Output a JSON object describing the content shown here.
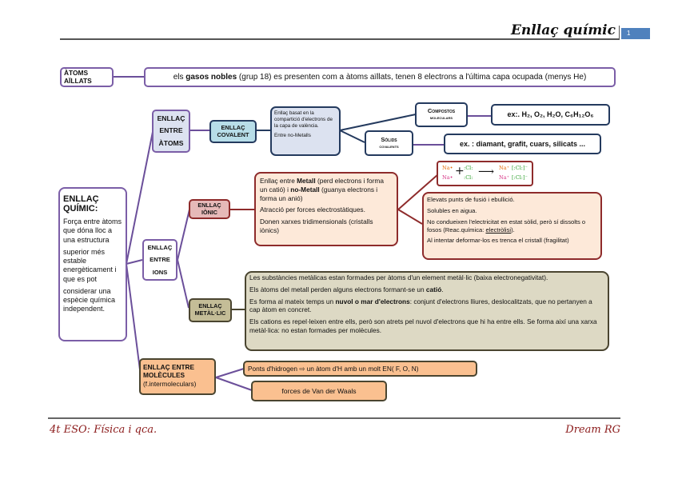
{
  "header": {
    "title": "Enllaç químic",
    "page_number": "1",
    "accent_color": "#4f81bd"
  },
  "footer": {
    "left": "4t ESO: Física i qca.",
    "right": "Dream RG",
    "text_color": "#8b1a1a"
  },
  "atoms_aillats": {
    "label_line1": "ÀTOMS",
    "label_line2": "AÏLLATS",
    "desc_pre": "els ",
    "desc_bold": "gasos nobles",
    "desc_post": " (grup 18) es presenten com a àtoms aïllats, tenen 8 electrons a l'última capa ocupada (menys He)"
  },
  "root": {
    "title_line1": "ENLLAÇ",
    "title_line2": "QUÍMIC:",
    "p1": "Força entre àtoms que dóna lloc a una estructura",
    "p2": "superior més estable energèticament i que es pot",
    "p3": "considerar una espècie química independent."
  },
  "entre_atoms": {
    "line1": "ENLLAÇ",
    "line2": "ENTRE",
    "line3": "ÀTOMS"
  },
  "covalent": {
    "label_line1": "ENLLAÇ",
    "label_line2": "COVALENT",
    "desc1": "Enllaç basat en la compartició d'electrons de la capa de valència.",
    "desc2": "Entre no-Metalls",
    "compostos_line1": "Compostos",
    "compostos_line2": "moleculars",
    "compostos_example": "ex:. H₂, O₂, H₂O, C₆H₁₂O₆",
    "solids_line1": "Sòlids",
    "solids_line2": "covalents",
    "solids_example": "ex. : diamant, grafit, cuars, silicats ..."
  },
  "entre_ions": {
    "line1": "ENLLAÇ",
    "line2": "ENTRE",
    "line3": "IONS"
  },
  "ionic": {
    "label_line1": "ENLLAÇ",
    "label_line2": "IÒNIC",
    "desc_a": "Enllaç entre ",
    "desc_b": "Metall",
    "desc_c": " (perd electrons i forma un catió) i ",
    "desc_d": "no-Metall",
    "desc_e": " (guanya electrons i forma un anió)",
    "desc2": "Atracció per forces electrostàtiques.",
    "desc3": "Donen xarxes tridimensionals (cristalls iònics)",
    "reaction": {
      "na1": "Na•",
      "na2": "Na•",
      "plus": "+",
      "cl_top": ":Cl:",
      "cl_bot": ":Cl:",
      "arrow": "⟶",
      "prod_na1": "Na⁺",
      "prod_na2": "Na⁺",
      "prod_cl1": "[:Cl:]⁻",
      "prod_cl2": "[:Cl:]⁻"
    },
    "prop1": "Elevats punts de fusió i ebullició.",
    "prop2": "Solubles en aigua.",
    "prop3_pre": "No condueixen l'electricitat en estat sòlid, però sí dissolts o fosos (Reac.química: ",
    "prop3_link": "electròlisi",
    "prop3_post": ").",
    "prop4": "Al intentar deformar-los es trenca el cristall (fragilitat)"
  },
  "metallic": {
    "label_line1": "ENLLAÇ",
    "label_line2": "METÀL·LIC",
    "p1": "Les substàncies metàlicas estan formades per àtoms d'un element metàl·lic (baixa electronegativitat).",
    "p2_pre": "Els àtoms del metall perden alguns electrons formant-se un ",
    "p2_bold": "catió",
    "p2_post": ".",
    "p3_pre": "Es forma al mateix temps un ",
    "p3_bold": "nuvol o mar d'electrons",
    "p3_post": ": conjunt d'electrons lliures, deslocalitzats, que no pertanyen a cap àtom en concret.",
    "p4": "Els cations es repel·leixen entre ells, però son atrets pel nuvol d'electrons que hi ha entre ells. Se forma així una xarxa metàl·lica: no estan formades per molècules."
  },
  "molecules": {
    "line1": "ENLLAÇ ENTRE",
    "line2": "MOLÈCULES",
    "line3": "(f.intermoleculars)",
    "hbond": "Ponts d'hidrogen ⇨ un àtom d'H amb un molt EN( F, O, N)",
    "vdw": "forces de Van der Waals"
  }
}
